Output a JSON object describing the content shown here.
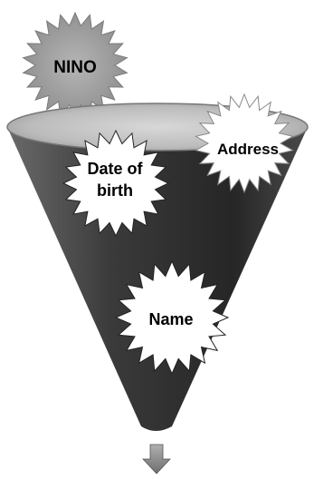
{
  "diagram": {
    "labels": {
      "nino": "NINO",
      "address": "Address",
      "date_of_birth_line1": "Date of",
      "date_of_birth_line2": "birth",
      "name": "Name"
    }
  },
  "colors": {
    "funnel_dark": "#2e2e2e",
    "funnel_mid": "#555555",
    "rim": "#bdbdbd",
    "starburst_fill": "#ffffff",
    "nino_burst": "#9a9a9a",
    "arrow": "#8a8a8a"
  },
  "icons": {
    "output_arrow": "arrow-down-icon"
  }
}
